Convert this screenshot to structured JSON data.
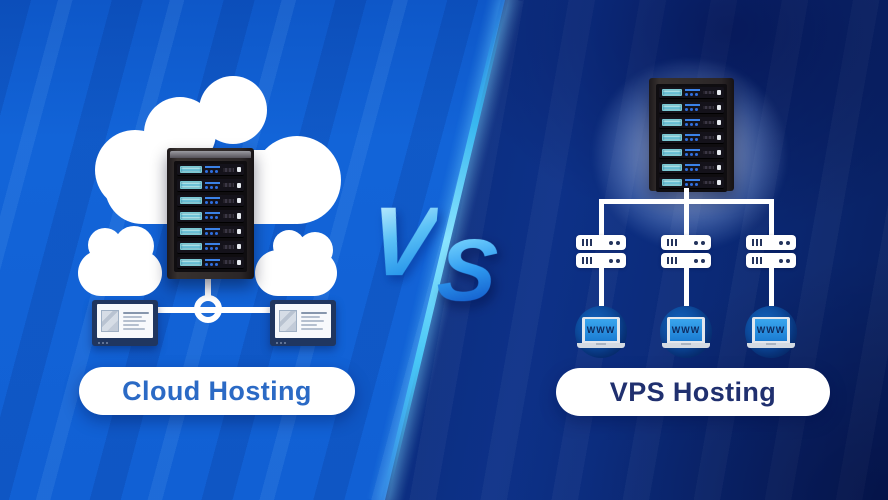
{
  "left_panel": {
    "label": "Cloud Hosting",
    "rack_units": 7,
    "monitor_count": 2
  },
  "right_panel": {
    "label": "VPS Hosting",
    "rack_units": 7,
    "node_count": 3,
    "client_label": "WWW"
  },
  "versus": {
    "letter_v": "V",
    "letter_s": "S"
  },
  "colors": {
    "left_bg": "#1161d4",
    "right_bg": "#0a2a78",
    "divider_cyan": "#49ccff",
    "connector": "#ffffff",
    "cloud_label_text": "#2b6ac5",
    "vps_label_text": "#20306f",
    "rack_panel_teal": "#9fd8de",
    "client_screen_blue": "#2a96e0"
  }
}
